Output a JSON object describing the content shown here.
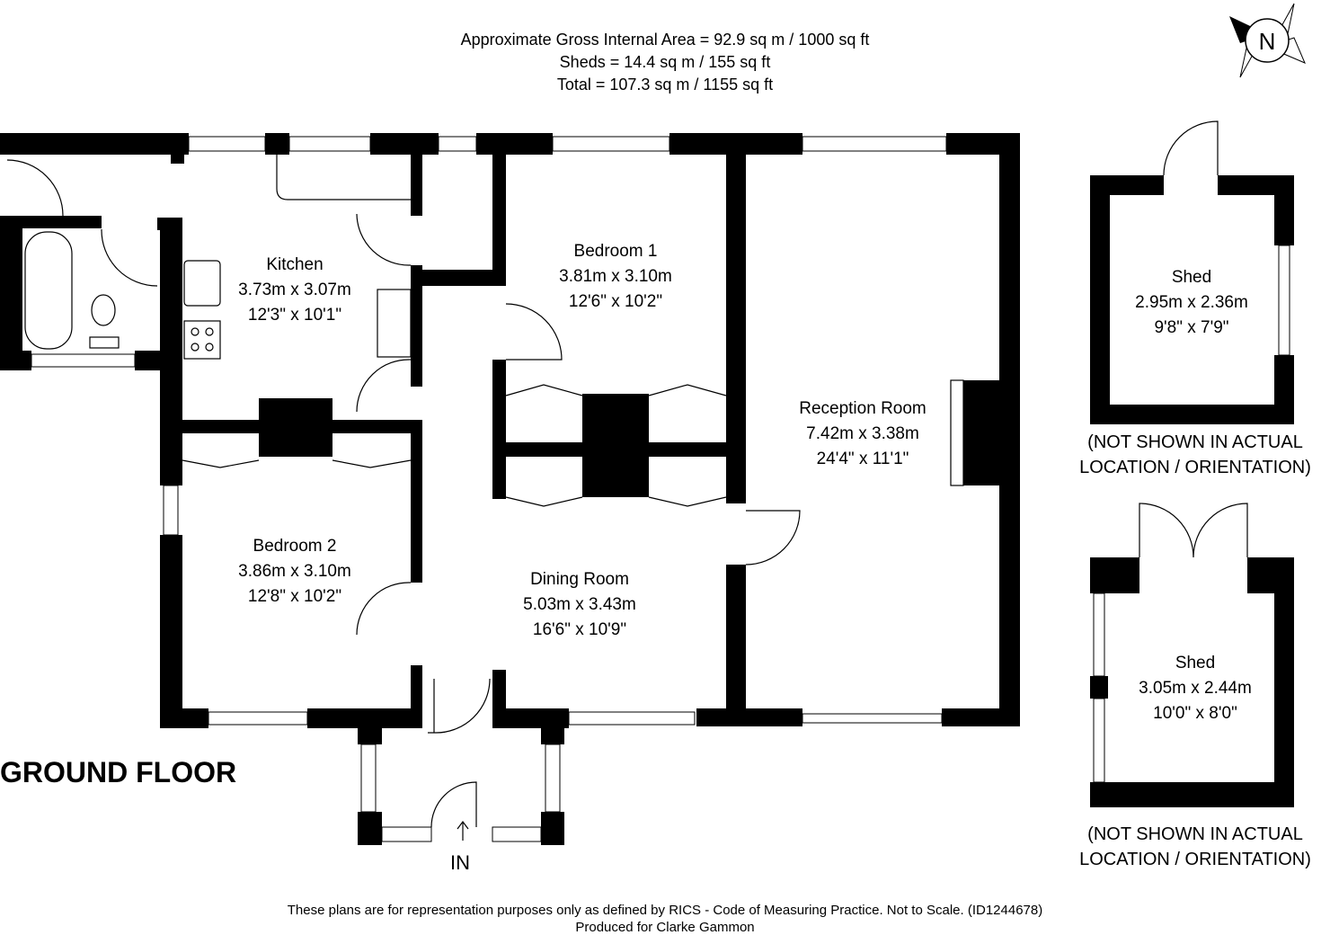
{
  "header": {
    "line1": "Approximate Gross Internal Area = 92.9 sq m / 1000 sq ft",
    "line2": "Sheds = 14.4 sq m / 155 sq ft",
    "line3": "Total = 107.3 sq m / 1155 sq ft"
  },
  "compass": {
    "label": "N"
  },
  "rooms": {
    "kitchen": {
      "name": "Kitchen",
      "metric": "3.73m x 3.07m",
      "imperial": "12'3\" x 10'1\""
    },
    "bedroom1": {
      "name": "Bedroom 1",
      "metric": "3.81m x 3.10m",
      "imperial": "12'6\" x 10'2\""
    },
    "reception": {
      "name": "Reception Room",
      "metric": "7.42m x 3.38m",
      "imperial": "24'4\" x 11'1\""
    },
    "bedroom2": {
      "name": "Bedroom 2",
      "metric": "3.86m x 3.10m",
      "imperial": "12'8\" x 10'2\""
    },
    "dining": {
      "name": "Dining Room",
      "metric": "5.03m x 3.43m",
      "imperial": "16'6\" x 10'9\""
    },
    "shed1": {
      "name": "Shed",
      "metric": "2.95m x 2.36m",
      "imperial": "9'8\" x 7'9\""
    },
    "shed2": {
      "name": "Shed",
      "metric": "3.05m x 2.44m",
      "imperial": "10'0\" x 8'0\""
    }
  },
  "shed_note": {
    "line1": "(NOT SHOWN IN ACTUAL",
    "line2": "LOCATION / ORIENTATION)"
  },
  "floor_label": "GROUND FLOOR",
  "entrance_label": "IN",
  "footer": {
    "line1": "These plans are for representation purposes only as defined by RICS - Code of Measuring Practice. Not to Scale. (ID1244678)",
    "line2": "Produced for Clarke Gammon"
  }
}
